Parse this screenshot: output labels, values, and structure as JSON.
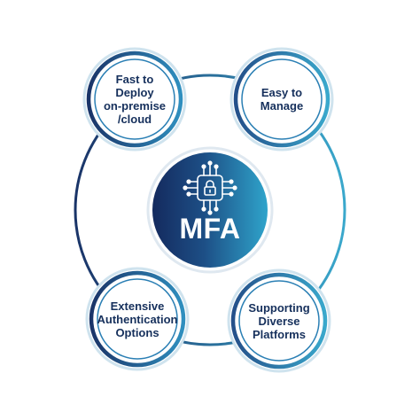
{
  "center": {
    "label": "MFA",
    "icon": "chip-lock-icon"
  },
  "nodes": [
    {
      "id": "top-left",
      "lines": [
        "Fast to",
        "Deploy",
        "on-premise",
        "/cloud"
      ]
    },
    {
      "id": "top-right",
      "lines": [
        "Easy to",
        "Manage"
      ]
    },
    {
      "id": "bottom-left",
      "lines": [
        "Extensive",
        "Authentication",
        "Options"
      ]
    },
    {
      "id": "bottom-right",
      "lines": [
        "Supporting",
        "Diverse",
        "Platforms"
      ]
    }
  ],
  "colors": {
    "navy": "#1a3468",
    "teal": "#37a6c8",
    "text": "#16305c",
    "white": "#ffffff"
  }
}
